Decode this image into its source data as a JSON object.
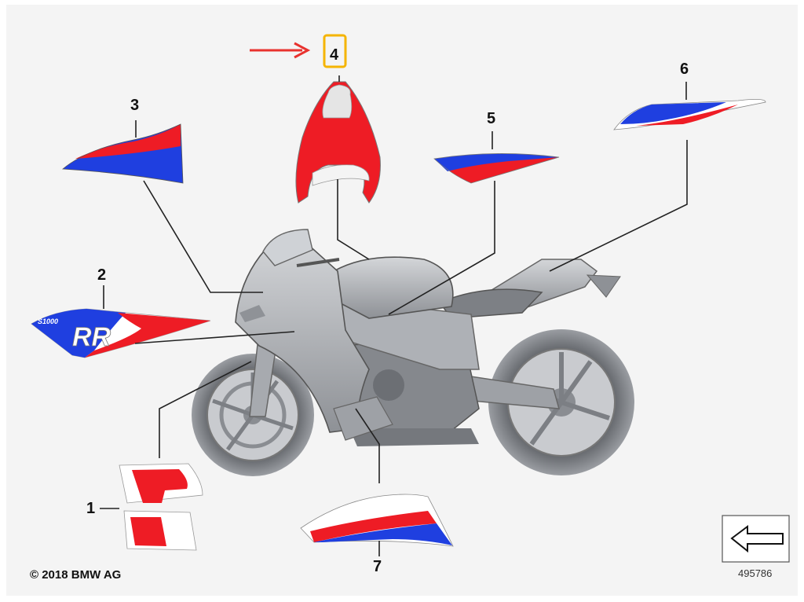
{
  "callouts": {
    "c1": "1",
    "c2": "2",
    "c3": "3",
    "c4": "4",
    "c5": "5",
    "c6": "6",
    "c7": "7"
  },
  "decal_text": {
    "model": "S1000",
    "rr": "RR"
  },
  "footer": {
    "copyright": "© 2018 BMW AG",
    "diagram_number": "495786"
  },
  "colors": {
    "red": "#ee1c25",
    "blue": "#1f3fe0",
    "highlight": "#f5b400",
    "arrow": "#e8322e",
    "body_gray": "#b9bcc1"
  },
  "icons": {
    "back_arrow": "left-arrow-icon",
    "pointer_arrow": "right-arrow-icon"
  }
}
